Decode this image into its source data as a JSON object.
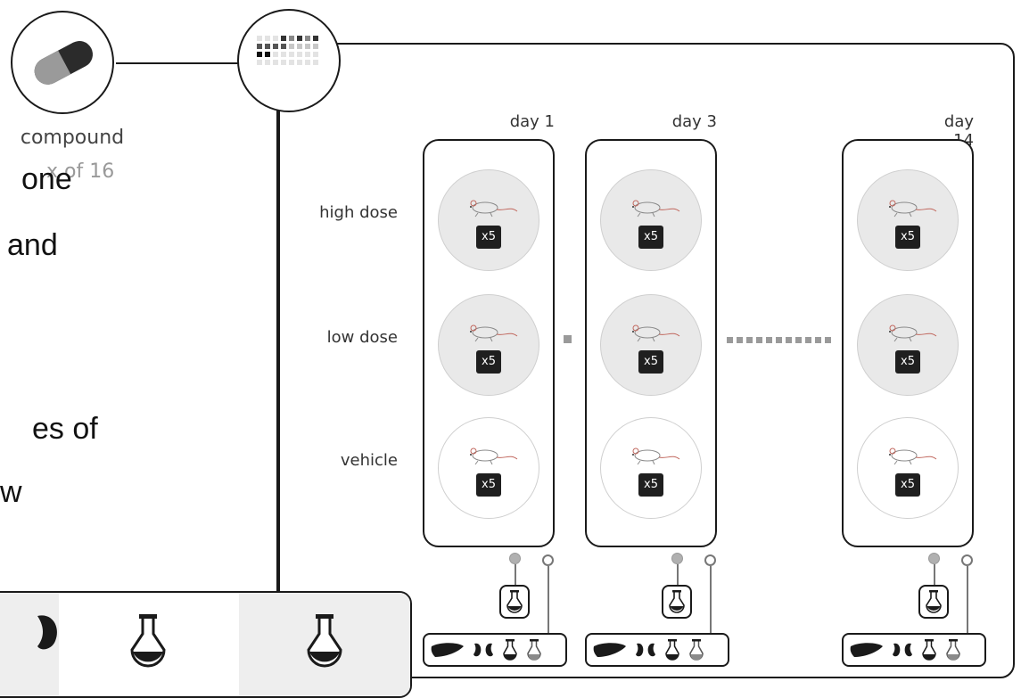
{
  "node": {
    "compound_label": "compound",
    "count_label": "x of 16"
  },
  "partial_text_lines": [
    "one",
    "and",
    "es of",
    "w"
  ],
  "days": [
    "day 1",
    "day 3",
    "day 14"
  ],
  "groups": [
    "high dose",
    "low dose",
    "vehicle"
  ],
  "badge_label": "x5",
  "icons": {
    "pill": "capsule-pill",
    "plate": "well-plate-grid",
    "mouse": "mouse",
    "flask": "flask",
    "liver": "liver",
    "kidneys": "kidneys"
  },
  "colors": {
    "stroke": "#1a1a1a",
    "dose_fill": "#e9e9e9",
    "vehicle_fill": "#ffffff",
    "mouse_accent": "#c0665c"
  }
}
